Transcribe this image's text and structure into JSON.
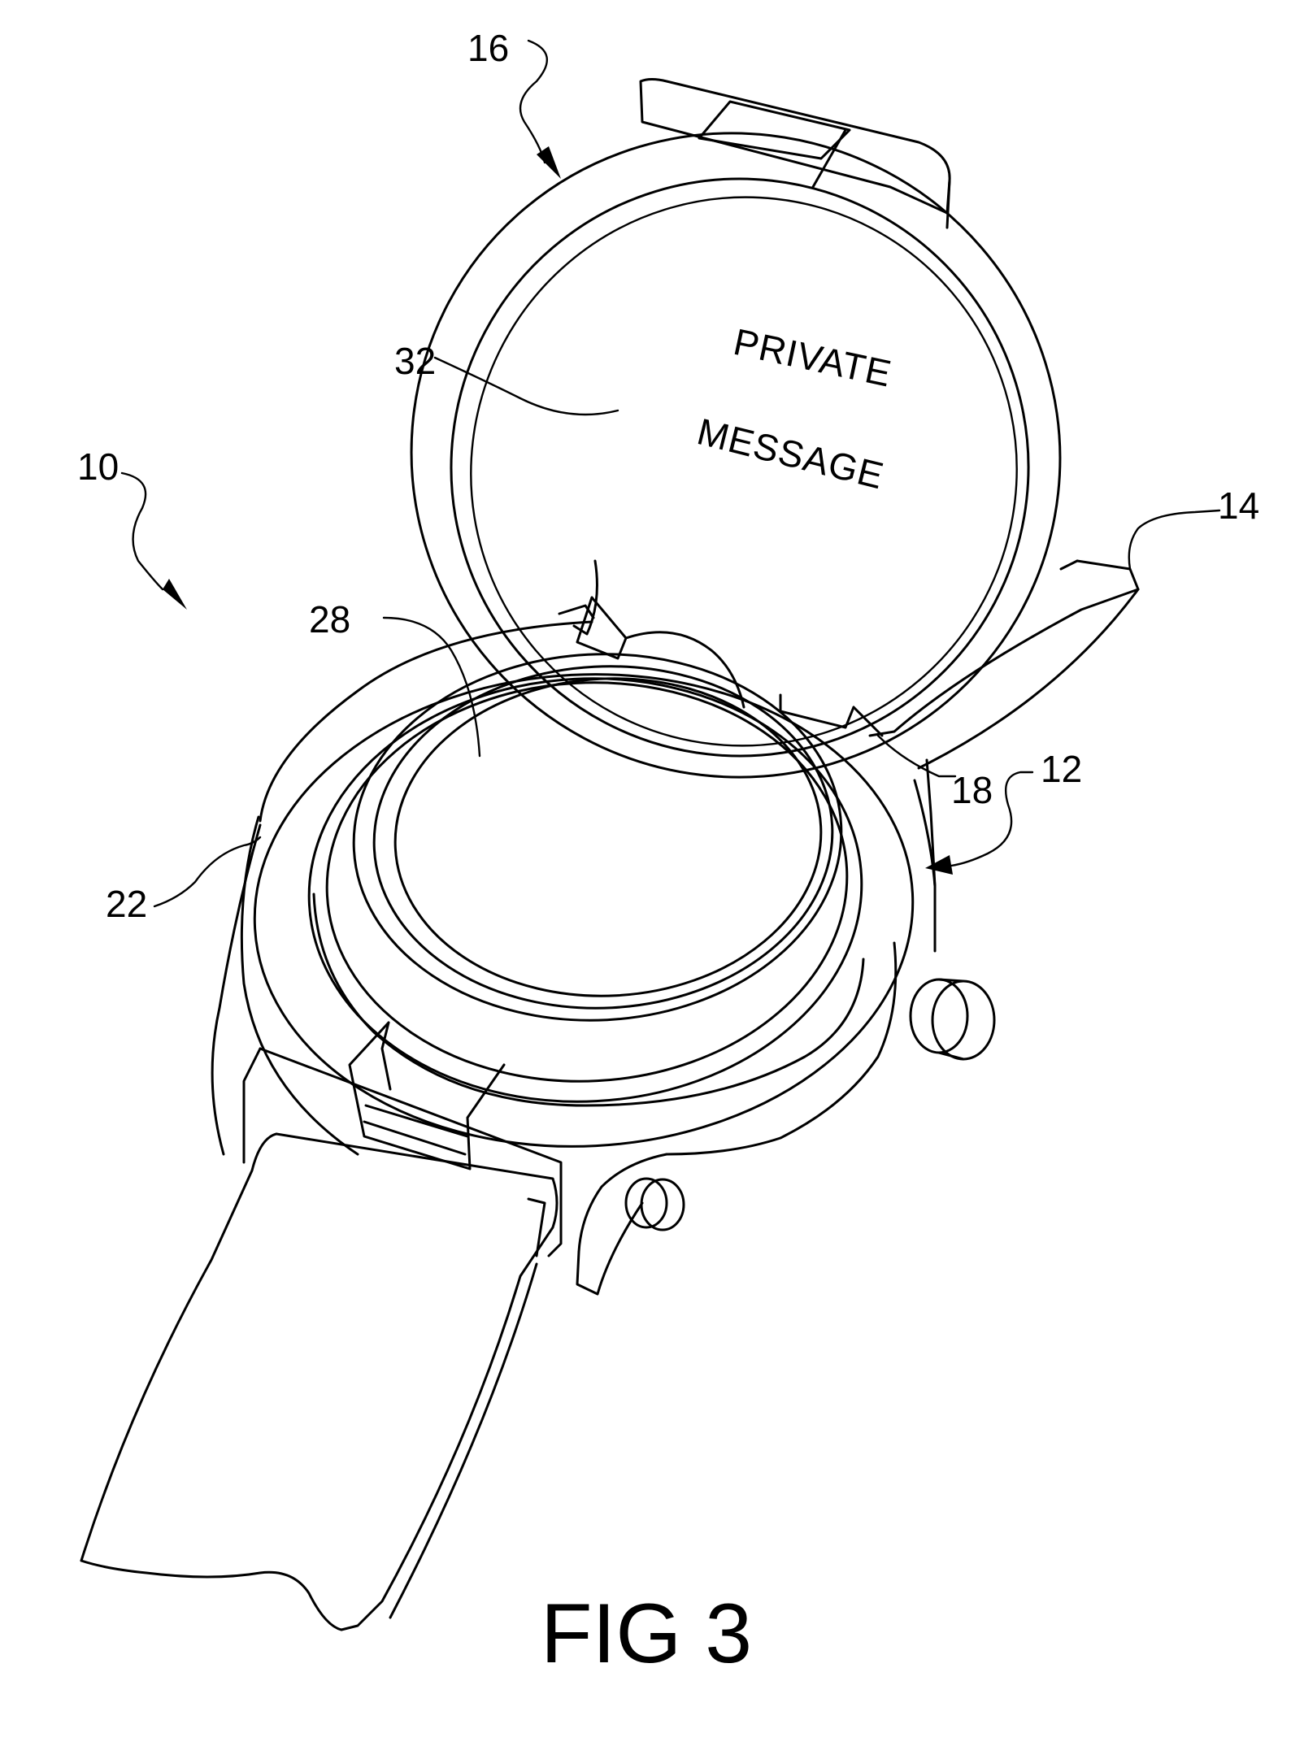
{
  "figure": {
    "caption": "FIG 3",
    "cover_text": {
      "line1": "PRIVATE",
      "line2": "MESSAGE"
    },
    "reference_numerals": {
      "watch_assembly": "10",
      "watch_body": "12",
      "band_right": "14",
      "cover": "16",
      "hinge": "18",
      "bezel_housing": "22",
      "watch_face": "28",
      "message_surface": "32"
    }
  }
}
